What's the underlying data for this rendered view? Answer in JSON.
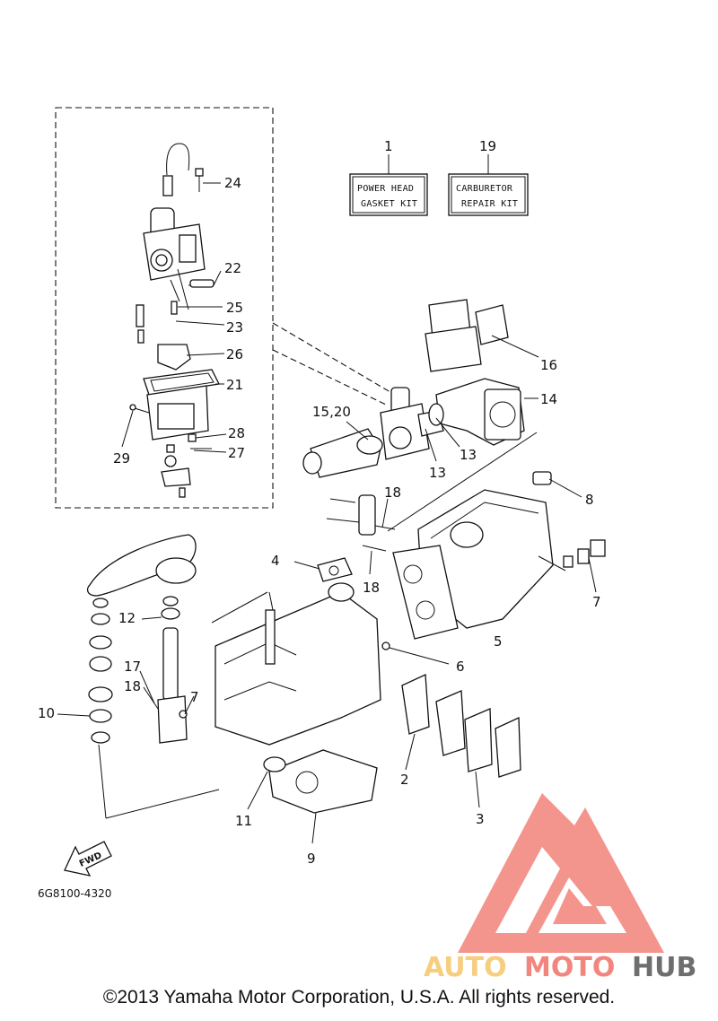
{
  "diagram": {
    "kits": [
      {
        "number": "1",
        "line1": "POWER HEAD",
        "line2": "GASKET KIT"
      },
      {
        "number": "19",
        "line1": "CARBURETOR",
        "line2": "REPAIR KIT"
      }
    ],
    "callouts": {
      "c24": "24",
      "c22": "22",
      "c25": "25",
      "c23": "23",
      "c26": "26",
      "c21": "21",
      "c28": "28",
      "c27": "27",
      "c29": "29",
      "c16": "16",
      "c14": "14",
      "c15_20": "15,20",
      "c13a": "13",
      "c13b": "13",
      "c8": "8",
      "c18a": "18",
      "c18b": "18",
      "c4": "4",
      "c7a": "7",
      "c5": "5",
      "c6": "6",
      "c12": "12",
      "c17": "17",
      "c18c": "18",
      "c7b": "7",
      "c10": "10",
      "c2": "2",
      "c3": "3",
      "c11": "11",
      "c9": "9"
    },
    "fwd_label": "FWD",
    "reference_code": "6G8100-4320"
  },
  "watermark": {
    "brand_part1": "AUTO",
    "brand_part2": "MOTO",
    "brand_part3": "HUB",
    "color_light": "#f6c66a",
    "color_red": "#f07268",
    "color_gray": "#555555"
  },
  "copyright": "©2013 Yamaha Motor Corporation, U.S.A. All rights reserved."
}
